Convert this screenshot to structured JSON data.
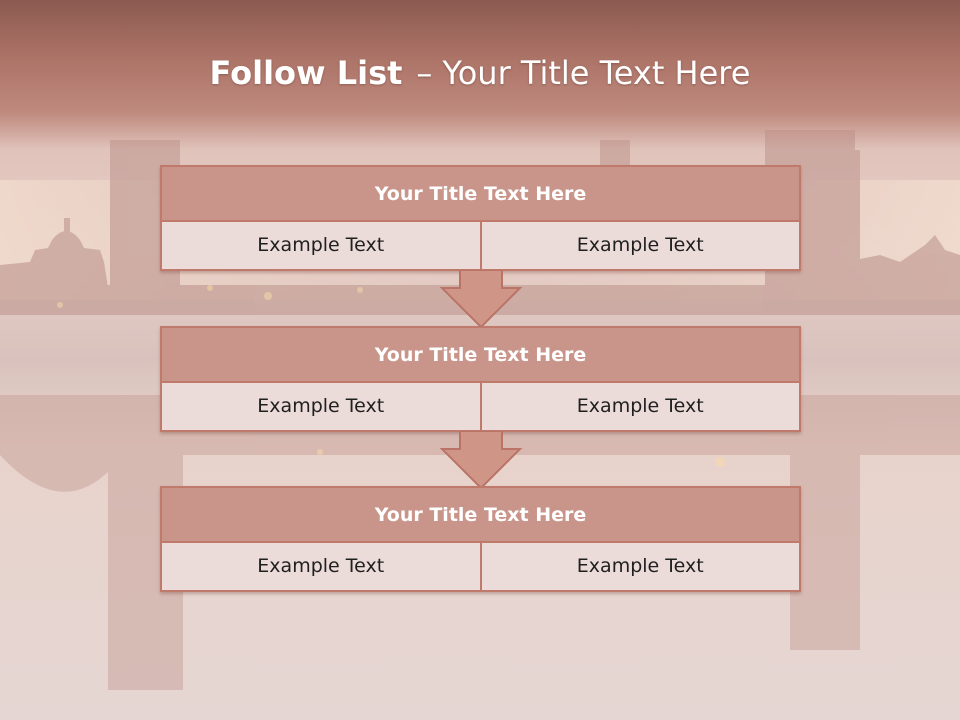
{
  "slide": {
    "title_bold": "Follow List",
    "title_dash": "–",
    "title_rest": "Your Title Text Here"
  },
  "colors": {
    "header_bar": "#ad7468",
    "box_header": "#c9958a",
    "box_body": "#ecdcd9",
    "border": "#c07a6c",
    "arrow": "#cf9688"
  },
  "blocks": [
    {
      "title": "Your Title Text Here",
      "left": "Example Text",
      "right": "Example Text"
    },
    {
      "title": "Your Title Text Here",
      "left": "Example Text",
      "right": "Example Text"
    },
    {
      "title": "Your Title Text Here",
      "left": "Example Text",
      "right": "Example Text"
    }
  ],
  "connectors": [
    "down-arrow-icon",
    "down-arrow-icon"
  ]
}
